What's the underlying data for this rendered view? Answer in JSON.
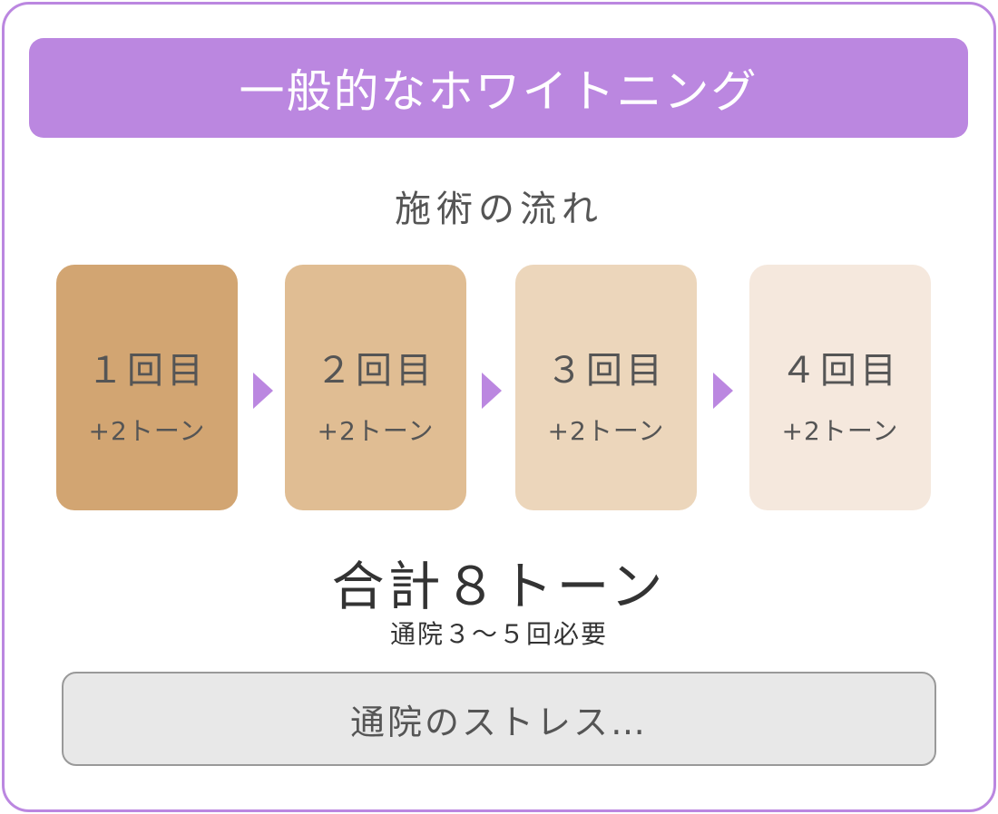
{
  "header": {
    "title": "一般的なホワイトニング"
  },
  "flow": {
    "title": "施術の流れ",
    "steps": [
      {
        "round": "１回目",
        "tone": "+2トーン",
        "color": "#d2a572"
      },
      {
        "round": "２回目",
        "tone": "+2トーン",
        "color": "#e0bd93"
      },
      {
        "round": "３回目",
        "tone": "+2トーン",
        "color": "#ecd6bb"
      },
      {
        "round": "４回目",
        "tone": "+2トーン",
        "color": "#f5e8dd"
      }
    ],
    "arrow_color": "#bb87e0"
  },
  "summary": {
    "total": "合計８トーン",
    "visits": "通院３〜５回必要"
  },
  "stress_box": {
    "text": "通院のストレス…"
  },
  "colors": {
    "accent": "#bb87e0",
    "text_dark": "#333333",
    "text_gray": "#555555",
    "stress_bg": "#e8e8e8",
    "stress_border": "#999999"
  }
}
